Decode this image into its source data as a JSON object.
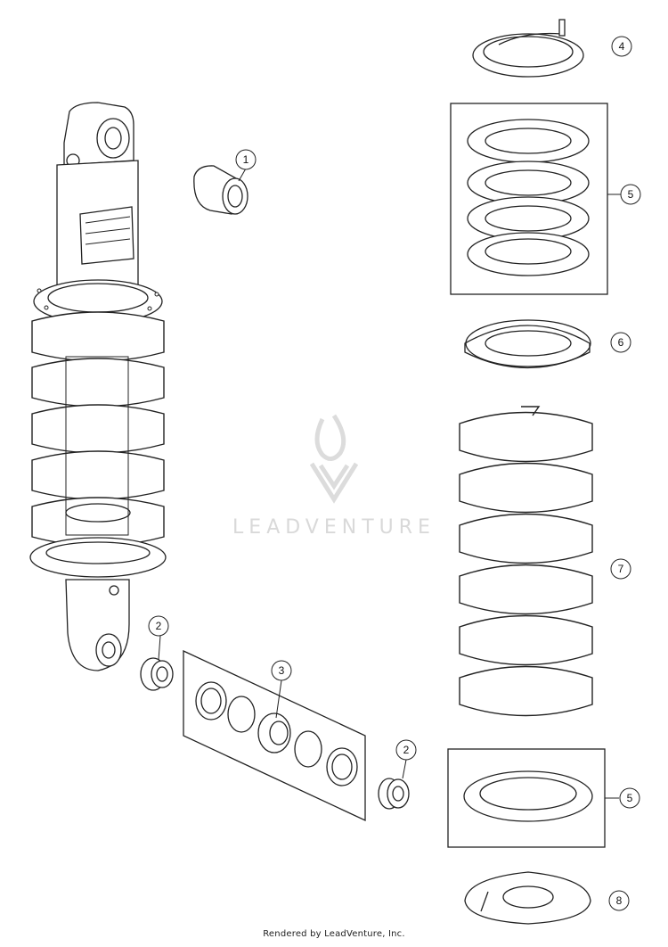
{
  "callouts": [
    "1",
    "2",
    "3",
    "4",
    "5",
    "6",
    "7",
    "2",
    "5",
    "8"
  ],
  "watermark": {
    "text": "LEADVENTURE"
  },
  "footer": {
    "credit": "Rendered by LeadVenture, Inc."
  },
  "colors": {
    "line": "#222222",
    "watermark": "#d9d9d9",
    "background": "#ffffff"
  }
}
